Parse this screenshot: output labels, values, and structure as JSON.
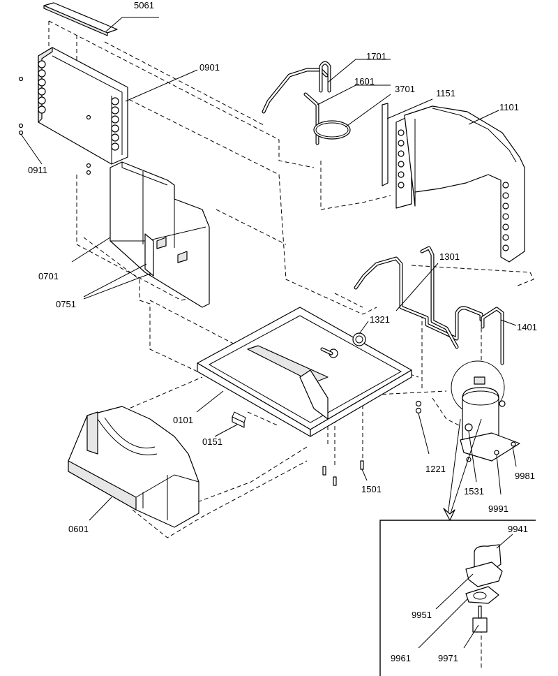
{
  "callouts": [
    {
      "id": "5061"
    },
    {
      "id": "0901"
    },
    {
      "id": "0911"
    },
    {
      "id": "0701"
    },
    {
      "id": "0751"
    },
    {
      "id": "1701"
    },
    {
      "id": "1601"
    },
    {
      "id": "3701"
    },
    {
      "id": "1151"
    },
    {
      "id": "1101"
    },
    {
      "id": "1301"
    },
    {
      "id": "1321"
    },
    {
      "id": "1401"
    },
    {
      "id": "0101"
    },
    {
      "id": "0151"
    },
    {
      "id": "0601"
    },
    {
      "id": "1501"
    },
    {
      "id": "1221"
    },
    {
      "id": "1531"
    },
    {
      "id": "9981"
    },
    {
      "id": "9991"
    },
    {
      "id": "9941"
    },
    {
      "id": "9951"
    },
    {
      "id": "9961"
    },
    {
      "id": "9971"
    }
  ]
}
